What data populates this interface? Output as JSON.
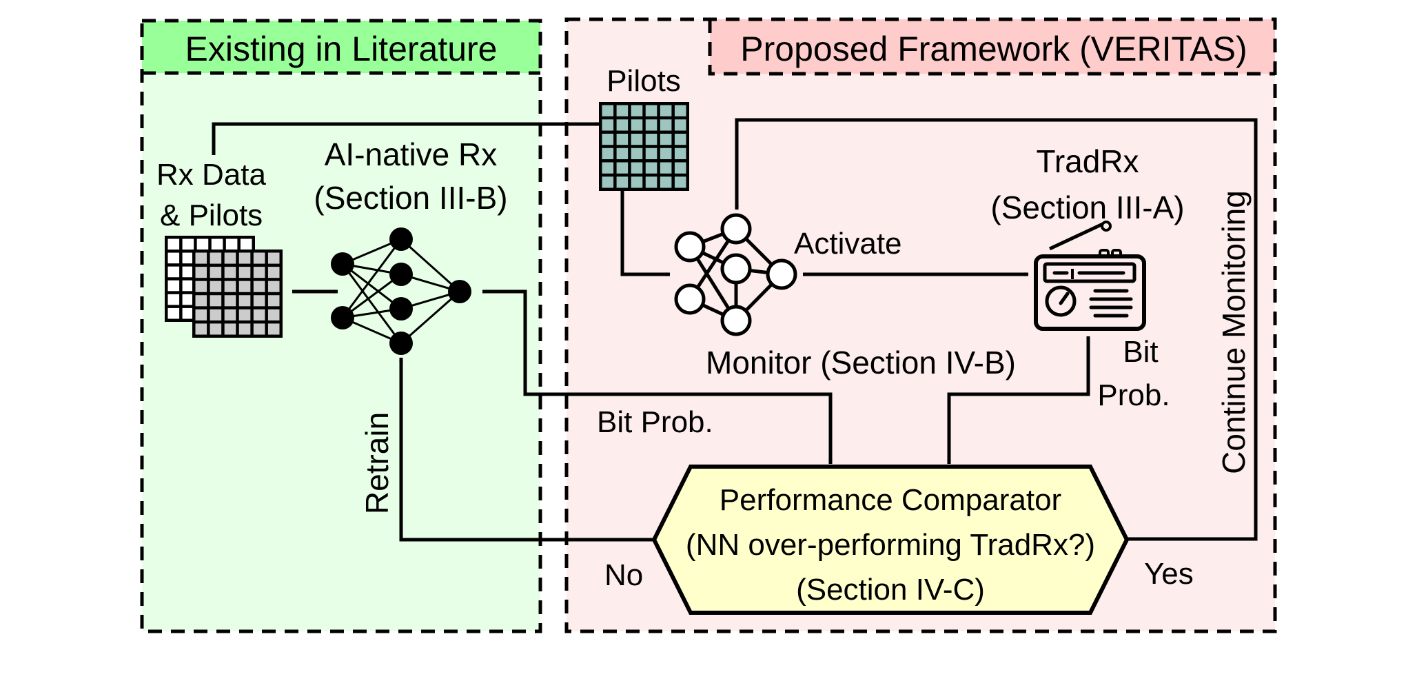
{
  "colors": {
    "existing_panel": "#e6ffe6",
    "existing_header": "#99ff99",
    "proposed_panel": "#fdeded",
    "proposed_header": "#ffcccc",
    "pilots_grid": "#9cc6bf",
    "rx_data_grid": "#cccccc",
    "comparator_fill": "#ffffcc"
  },
  "panels": {
    "existing": {
      "title": "Existing in Literature"
    },
    "proposed": {
      "title": "Proposed Framework (VERITAS)"
    }
  },
  "inputs": {
    "rx_data_line1": "Rx Data",
    "rx_data_line2": "& Pilots",
    "pilots": "Pilots"
  },
  "ai_native_rx": {
    "title": "AI-native Rx",
    "section": "(Section III-B)"
  },
  "monitor": {
    "label": "Monitor (Section IV-B)",
    "activate": "Activate"
  },
  "trad_rx": {
    "title": "TradRx",
    "section": "(Section III-A)",
    "output_line1": "Bit",
    "output_line2": "Prob."
  },
  "nn_output": "Bit Prob.",
  "comparator": {
    "line1": "Performance Comparator",
    "line2": "(NN over-performing TradRx?)",
    "line3": "(Section IV-C)",
    "no": "No",
    "yes": "Yes"
  },
  "feedback": {
    "retrain": "Retrain",
    "continue": "Continue Monitoring"
  },
  "icons": {
    "rx_data": "stacked-grid-icon",
    "pilots": "grid-icon",
    "ai_native_rx": "neural-network-filled-icon",
    "monitor": "neural-network-outline-icon",
    "trad_rx": "radio-receiver-icon"
  }
}
